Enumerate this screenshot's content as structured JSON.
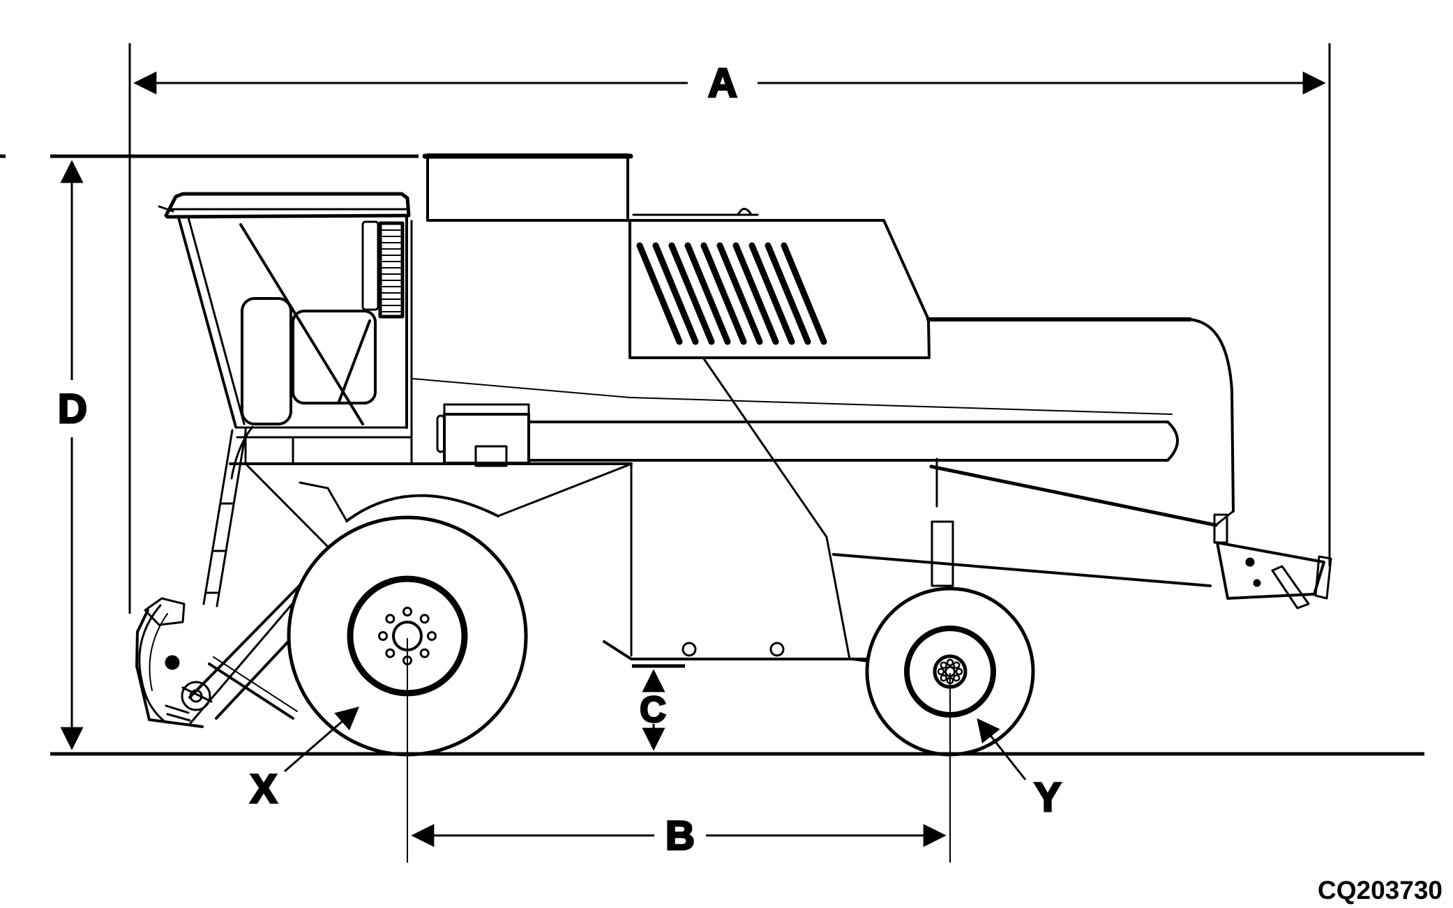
{
  "page": {
    "background_color": "#ffffff"
  },
  "diagram": {
    "type": "technical line drawing",
    "subject": "combine harvester side view with dimension callouts",
    "line_color": "#000000",
    "dimension_labels": {
      "A": "A",
      "B": "B",
      "C": "C",
      "D": "D"
    },
    "part_labels": {
      "X": "X",
      "Y": "Y"
    },
    "image_code": "CQ203730"
  }
}
